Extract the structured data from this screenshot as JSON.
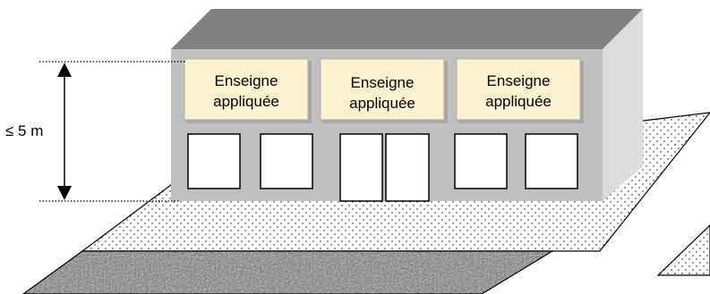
{
  "dimension": {
    "label": "≤ 5 m"
  },
  "signs": [
    {
      "line1": "Enseigne",
      "line2": "appliquée"
    },
    {
      "line1": "Enseigne",
      "line2": "appliquée"
    },
    {
      "line1": "Enseigne",
      "line2": "appliquée"
    }
  ],
  "colors": {
    "building_front": "#c0c0c0",
    "building_roof": "#808080",
    "building_side": "#dcdcdc",
    "sign_fill": "#fbf1cc",
    "window_fill": "#ffffff",
    "pavement_dots": "#000000",
    "road": "#8a8a8a"
  }
}
